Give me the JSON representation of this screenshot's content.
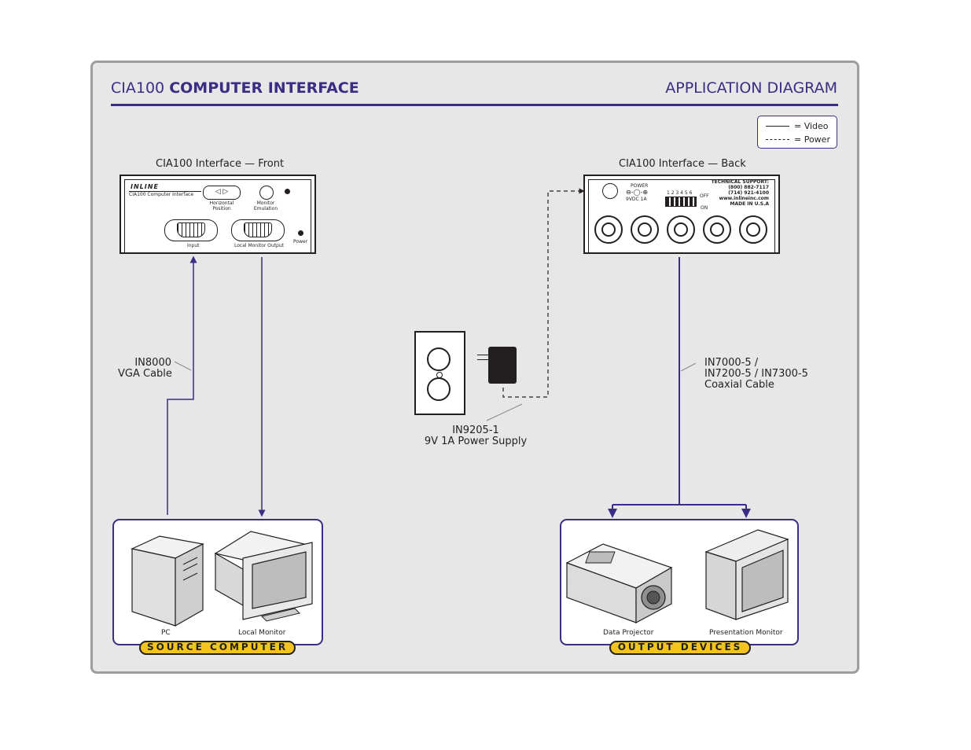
{
  "header": {
    "title_prefix": "CIA100",
    "title_main": "COMPUTER INTERFACE",
    "right_title": "APPLICATION DIAGRAM"
  },
  "legend": {
    "video": "= Video",
    "power": "= Power"
  },
  "front_unit": {
    "caption": "CIA100 Interface — Front",
    "brand": "INLINE",
    "model": "CIA100 Computer Interface",
    "h_position": "Horizontal Position",
    "monitor_emulation": "Monitor Emulation",
    "input_label": "Input",
    "local_output_label": "Local Monitor Output",
    "power_label": "Power"
  },
  "back_unit": {
    "caption": "CIA100 Interface — Back",
    "power_label": "POWER",
    "power_rating": "9VDC 1A",
    "dip_numbers": "1 2 3 4 5 6",
    "off_label": "OFF",
    "on_label": "ON",
    "support_lines": [
      "TECHNICAL SUPPORT:",
      "(800) 882-7117",
      "(714) 921-4100",
      "www.inlineinc.com",
      "MADE IN U.S.A"
    ]
  },
  "cables": {
    "vga_line1": "IN8000",
    "vga_line2": "VGA Cable",
    "coax_line1": "IN7000-5 /",
    "coax_line2": "IN7200-5 / IN7300-5",
    "coax_line3": "Coaxial Cable",
    "psu_line1": "IN9205-1",
    "psu_line2": "9V 1A Power Supply"
  },
  "source_group": {
    "badge": "SOURCE COMPUTER",
    "pc_label": "PC",
    "monitor_label": "Local Monitor"
  },
  "output_group": {
    "badge": "OUTPUT DEVICES",
    "projector_label": "Data Projector",
    "presentation_label": "Presentation Monitor"
  },
  "colors": {
    "accent": "#3c2c82",
    "badge": "#f4c321",
    "panel": "#e7e7e8"
  }
}
